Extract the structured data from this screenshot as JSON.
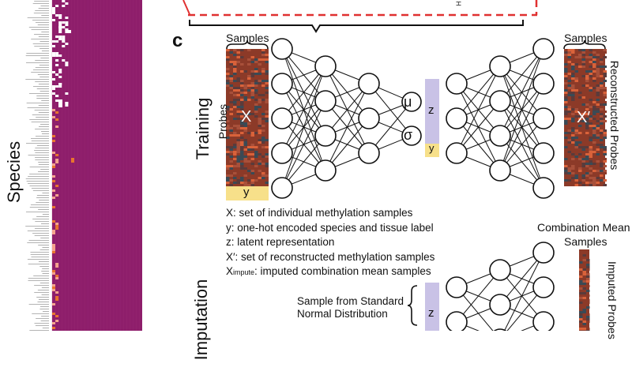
{
  "panel_left": {
    "axis_label": "Species",
    "heatmap_base_color": "#8e1e6b",
    "highlight_colors": [
      "#ffffff",
      "#f4a28c",
      "#e8742e"
    ]
  },
  "panel_top": {
    "dashed_box_color": "#e03030",
    "rotated_label": "H"
  },
  "panel_c": {
    "letter": "c",
    "training": {
      "row_label": "Training",
      "samples_label_in": "Samples",
      "probes_label": "Probes",
      "x_label": "X",
      "y_label": "y",
      "mu_label": "μ",
      "sigma_label": "σ",
      "z_label": "z",
      "z_y_label": "y",
      "samples_label_out": "Samples",
      "reconstructed_label": "Reconstructed Probes",
      "xprime_label": "X′",
      "latent_color": "#c9c2e6",
      "label_color": "#f7e08a",
      "heat_base": "#8c3a28",
      "heat_mid": "#d9623a",
      "heat_dark": "#3a4a55"
    },
    "legend": [
      {
        "prefix": "X",
        "rest": ": set of individual methylation samples"
      },
      {
        "prefix": "y",
        "rest": ": one-hot encoded species and tissue label"
      },
      {
        "prefix": "z",
        "rest": ": latent representation"
      },
      {
        "prefix": "X′",
        "rest": ": set of reconstructed methylation samples"
      },
      {
        "prefix": "X",
        "sub": "impute",
        "rest": ": imputed combination mean samples"
      }
    ],
    "imputation": {
      "row_label": "Imputation",
      "sample_from_line1": "Sample from Standard",
      "sample_from_line2": "Normal Distribution",
      "z_label": "z",
      "combination_line1": "Combination Mean",
      "combination_line2": "Samples",
      "imputed_label": "Imputed Probes"
    }
  }
}
